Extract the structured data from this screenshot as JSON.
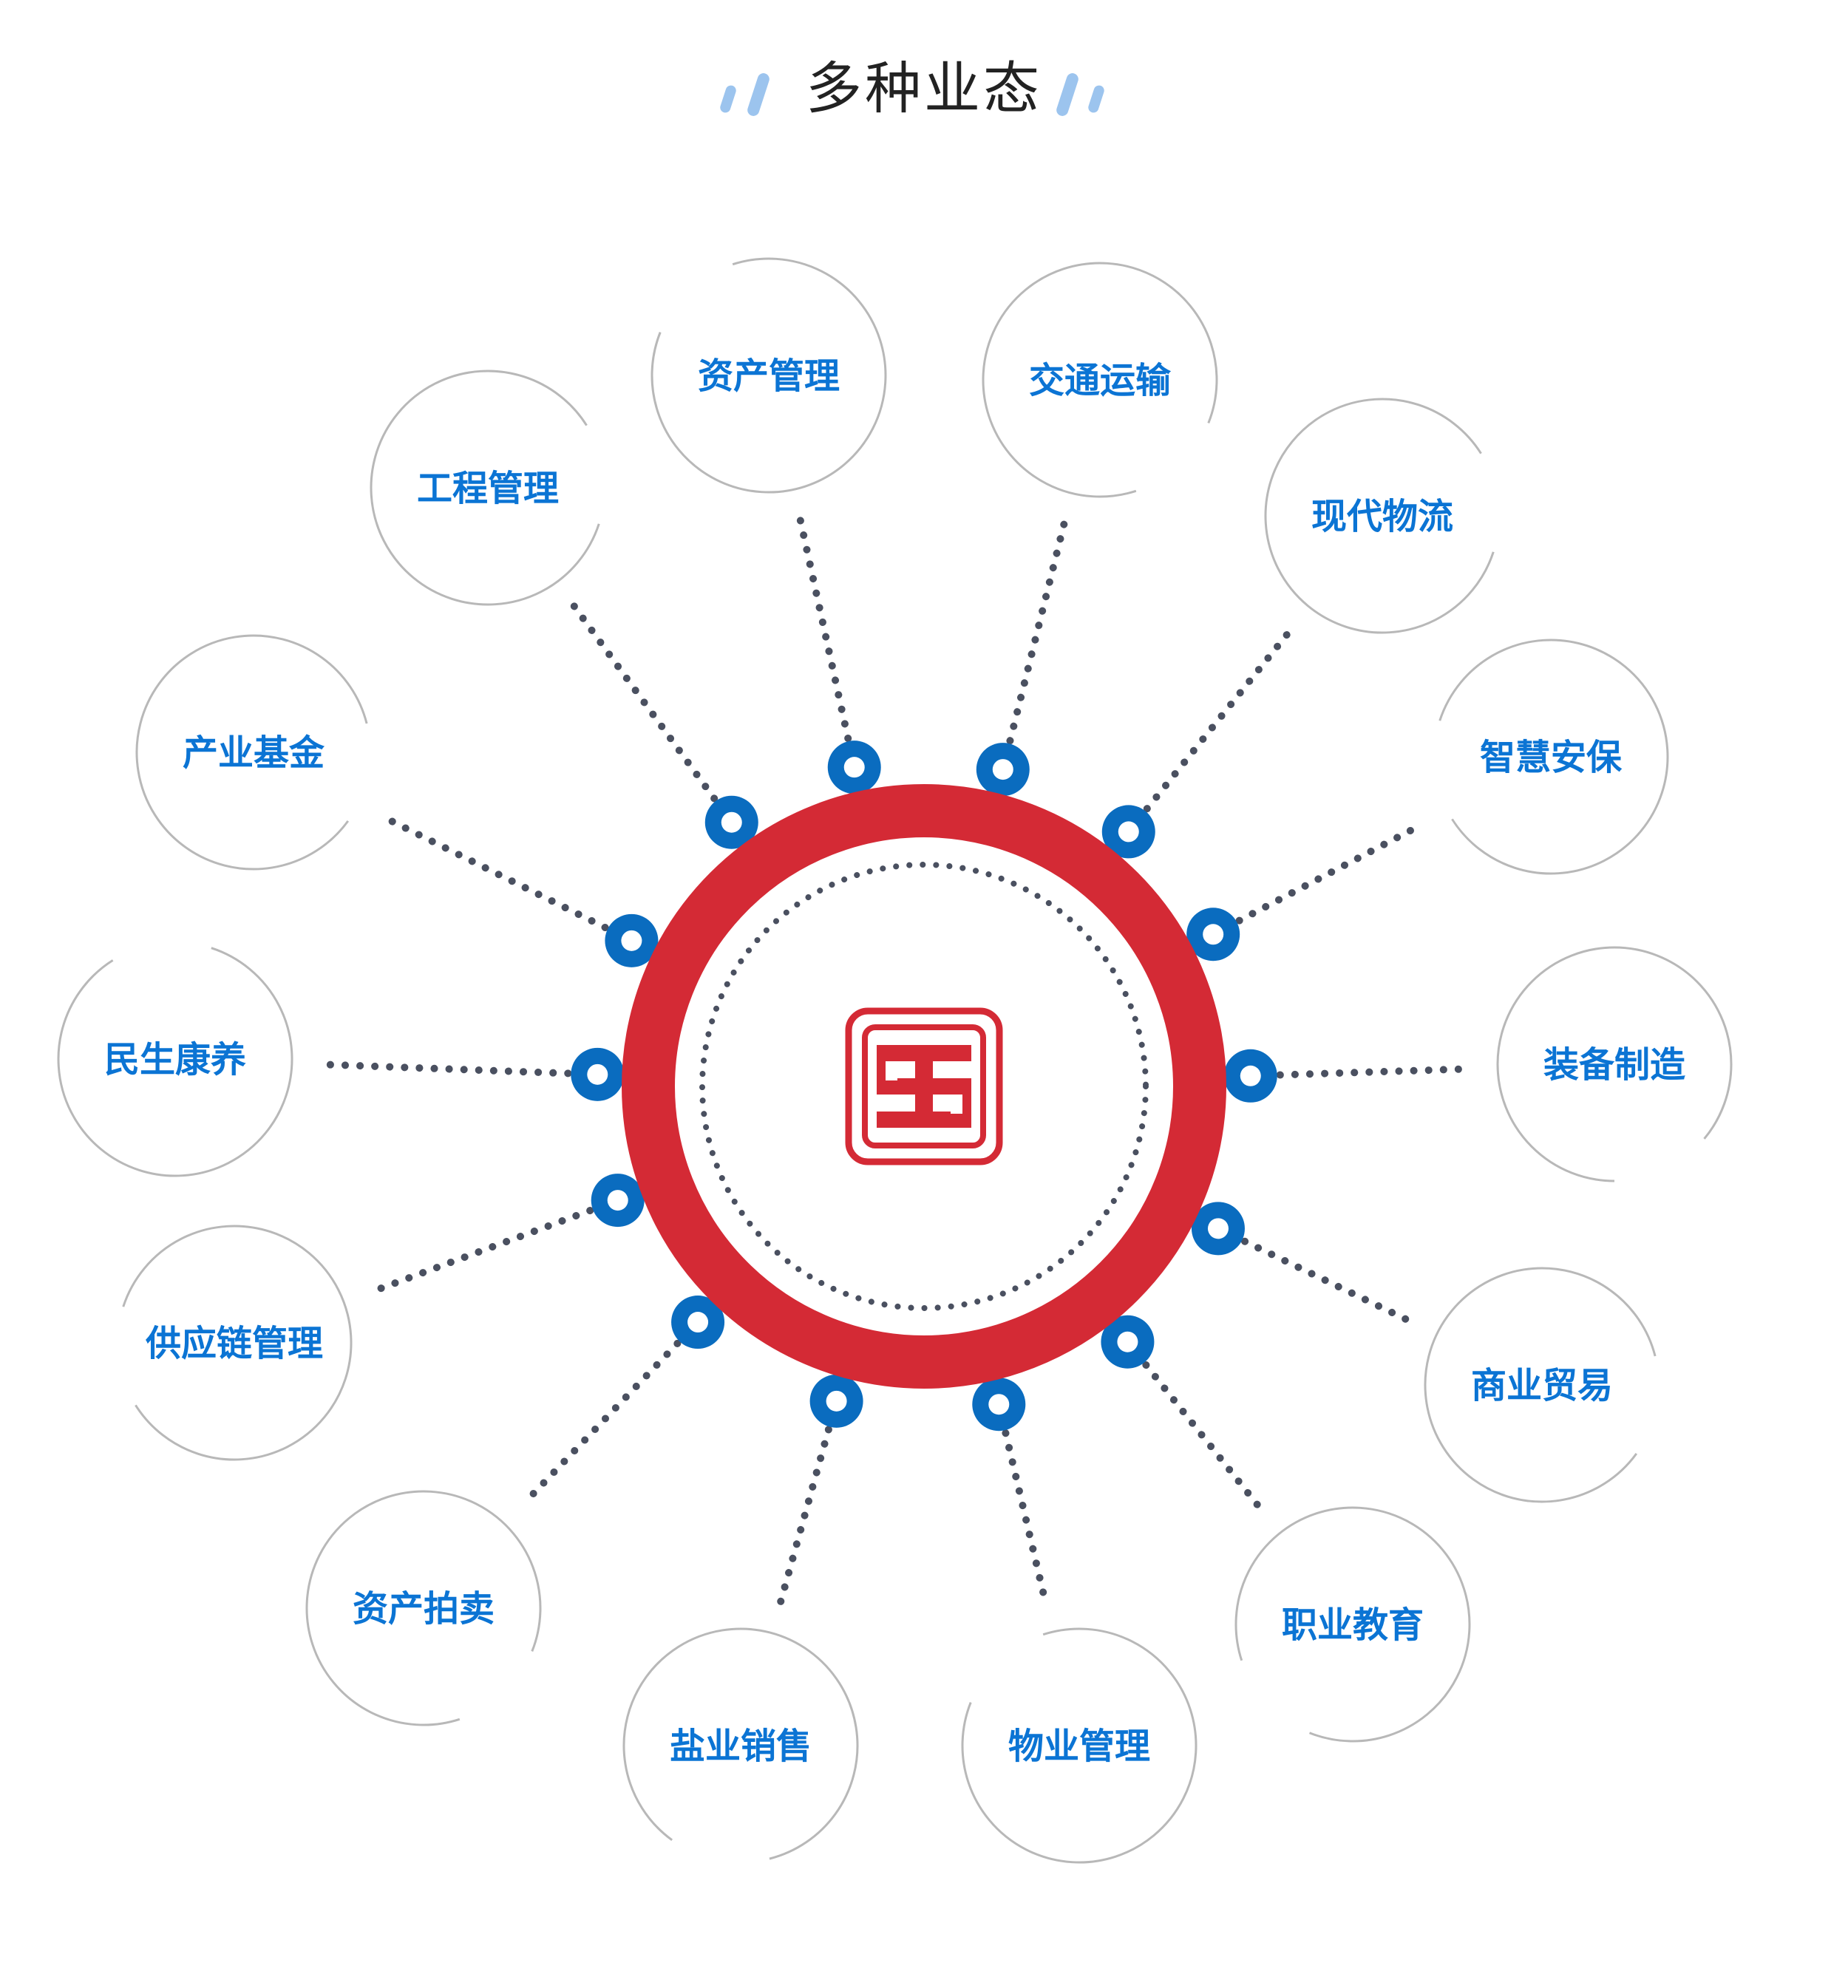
{
  "title": "多种业态",
  "colors": {
    "accent_blue": "#0a6cbf",
    "label_blue": "#0b74d4",
    "ring_red": "#d42a35",
    "circle_gray": "#b8b8b8",
    "dot_gray": "#4a5060",
    "title_deco": "#9cc4ee"
  },
  "center_logo": {
    "name": "company-logo"
  },
  "nodes": [
    {
      "label": "资产管理"
    },
    {
      "label": "交通运输"
    },
    {
      "label": "现代物流"
    },
    {
      "label": "智慧安保"
    },
    {
      "label": "装备制造"
    },
    {
      "label": "商业贸易"
    },
    {
      "label": "职业教育"
    },
    {
      "label": "物业管理"
    },
    {
      "label": "盐业销售"
    },
    {
      "label": "资产拍卖"
    },
    {
      "label": "供应链管理"
    },
    {
      "label": "民生康养"
    },
    {
      "label": "产业基金"
    },
    {
      "label": "工程管理"
    }
  ]
}
